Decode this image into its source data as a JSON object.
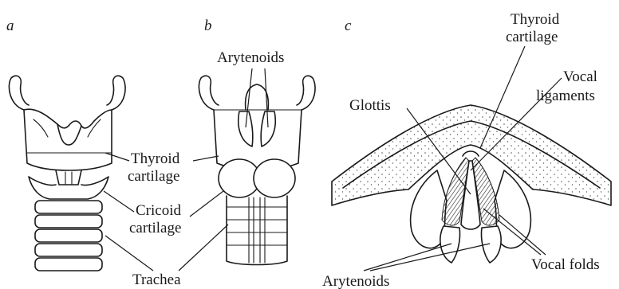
{
  "panels": {
    "a": {
      "letter": "a"
    },
    "b": {
      "letter": "b"
    },
    "c": {
      "letter": "c"
    }
  },
  "labels": {
    "arytenoids_b": "Arytenoids",
    "thyroid_line1": "Thyroid",
    "thyroid_line2": "cartilage",
    "cricoid_line1": "Cricoid",
    "cricoid_line2": "cartilage",
    "trachea": "Trachea",
    "c_thyroid_line1": "Thyroid",
    "c_thyroid_line2": "cartilage",
    "glottis": "Glottis",
    "vocal_ligaments_line1": "Vocal",
    "vocal_ligaments_line2": "ligaments",
    "vocal_folds": "Vocal folds",
    "arytenoids_c": "Arytenoids"
  }
}
